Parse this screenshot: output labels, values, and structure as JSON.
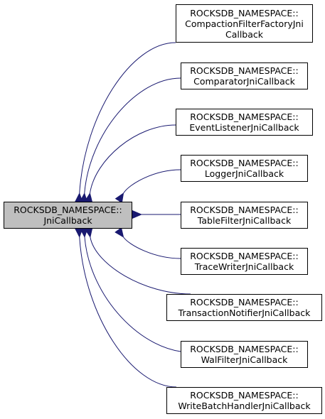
{
  "diagram": {
    "base": {
      "lines": [
        "ROCKSDB_NAMESPACE::",
        "JniCallback"
      ]
    },
    "derived": [
      {
        "id": "compaction-filter-factory",
        "lines": [
          "ROCKSDB_NAMESPACE::",
          "CompactionFilterFactoryJni",
          "Callback"
        ]
      },
      {
        "id": "comparator",
        "lines": [
          "ROCKSDB_NAMESPACE::",
          "ComparatorJniCallback"
        ]
      },
      {
        "id": "event-listener",
        "lines": [
          "ROCKSDB_NAMESPACE::",
          "EventListenerJniCallback"
        ]
      },
      {
        "id": "logger",
        "lines": [
          "ROCKSDB_NAMESPACE::",
          "LoggerJniCallback"
        ]
      },
      {
        "id": "table-filter",
        "lines": [
          "ROCKSDB_NAMESPACE::",
          "TableFilterJniCallback"
        ]
      },
      {
        "id": "trace-writer",
        "lines": [
          "ROCKSDB_NAMESPACE::",
          "TraceWriterJniCallback"
        ]
      },
      {
        "id": "transaction-notifier",
        "lines": [
          "ROCKSDB_NAMESPACE::",
          "TransactionNotifierJniCallback"
        ]
      },
      {
        "id": "wal-filter",
        "lines": [
          "ROCKSDB_NAMESPACE::",
          "WalFilterJniCallback"
        ]
      },
      {
        "id": "write-batch-handler",
        "lines": [
          "ROCKSDB_NAMESPACE::",
          "WriteBatchHandlerJniCallback"
        ]
      }
    ],
    "colors": {
      "edge": "#191970",
      "base_fill": "#bfbfbf",
      "node_fill": "#ffffff",
      "border": "#000000"
    }
  }
}
